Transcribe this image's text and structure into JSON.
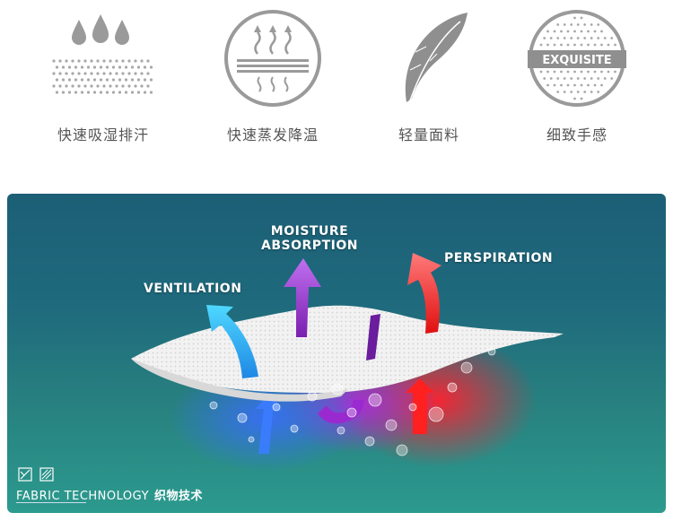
{
  "features": [
    {
      "icon": "water-drops-icon",
      "label": "快速吸湿排汗"
    },
    {
      "icon": "evaporation-icon",
      "label": "快速蒸发降温"
    },
    {
      "icon": "feather-icon",
      "label": "轻量面料"
    },
    {
      "icon": "exquisite-badge-icon",
      "label": "细致手感",
      "badge_text": "EXQUISITE"
    }
  ],
  "panel": {
    "ventilation": "VENTILATION",
    "moisture_line1": "MOISTURE",
    "moisture_line2": "ABSORPTION",
    "perspiration": "PERSPIRATION",
    "fabric_en": "FABRIC TECHNOLOGY",
    "fabric_cn": "织物技术"
  },
  "colors": {
    "icon_gray": "#9a9a9a",
    "ventilation_arrow": "#29b6f6",
    "moisture_arrow": "#9b3fd0",
    "perspiration_arrow": "#ff3030"
  }
}
